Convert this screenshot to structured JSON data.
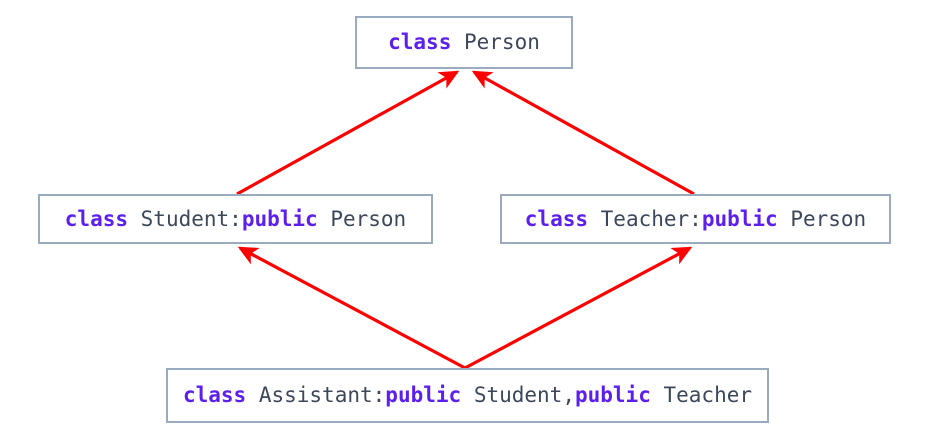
{
  "diagram": {
    "title": "C++ diamond inheritance class diagram",
    "background_color": "#ffffff",
    "box_border_color": "#9aaabf",
    "keyword_color": "#5d1fee",
    "identifier_color": "#3c4859",
    "arrow_color": "#ff0000"
  },
  "nodes": {
    "person": {
      "full_text": "class Person",
      "keyword": "class",
      "space1": " ",
      "name": "Person"
    },
    "student": {
      "full_text": "class Student:public Person",
      "keyword": "class",
      "space1": " ",
      "name": "Student",
      "colon": ":",
      "access": "public",
      "space2": " ",
      "base": "Person"
    },
    "teacher": {
      "full_text": "class Teacher:public Person",
      "keyword": "class",
      "space1": " ",
      "name": "Teacher",
      "colon": ":",
      "access": "public",
      "space2": " ",
      "base": "Person"
    },
    "assistant": {
      "full_text": "class Assistant:public Student,public Teacher",
      "keyword": "class",
      "space1": " ",
      "name": "Assistant",
      "colon": ":",
      "access1": "public",
      "space2": " ",
      "base1": "Student",
      "comma": ",",
      "access2": "public",
      "space3": " ",
      "base2": "Teacher"
    }
  },
  "edges": [
    {
      "id": "student-to-person",
      "from": "student",
      "to": "person",
      "label": ""
    },
    {
      "id": "teacher-to-person",
      "from": "teacher",
      "to": "person",
      "label": ""
    },
    {
      "id": "assistant-to-student",
      "from": "assistant",
      "to": "student",
      "label": ""
    },
    {
      "id": "assistant-to-teacher",
      "from": "assistant",
      "to": "teacher",
      "label": ""
    }
  ]
}
